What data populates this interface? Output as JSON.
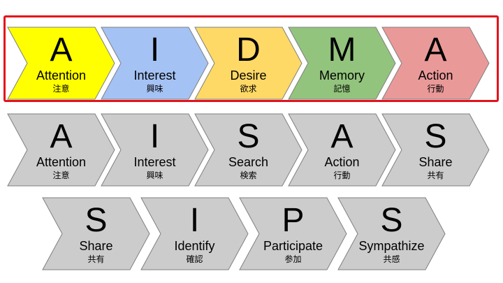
{
  "models": [
    {
      "name": "AIDMA",
      "steps": [
        {
          "letter": "A",
          "word": "Attention",
          "kanji": "注意",
          "color": "#ffff00"
        },
        {
          "letter": "I",
          "word": "Interest",
          "kanji": "興味",
          "color": "#a4c2f4"
        },
        {
          "letter": "D",
          "word": "Desire",
          "kanji": "欲求",
          "color": "#ffd966"
        },
        {
          "letter": "M",
          "word": "Memory",
          "kanji": "記憶",
          "color": "#93c47d"
        },
        {
          "letter": "A",
          "word": "Action",
          "kanji": "行動",
          "color": "#ea9999"
        }
      ]
    },
    {
      "name": "AISAS",
      "steps": [
        {
          "letter": "A",
          "word": "Attention",
          "kanji": "注意",
          "color": "#cccccc"
        },
        {
          "letter": "I",
          "word": "Interest",
          "kanji": "興味",
          "color": "#cccccc"
        },
        {
          "letter": "S",
          "word": "Search",
          "kanji": "検索",
          "color": "#cccccc"
        },
        {
          "letter": "A",
          "word": "Action",
          "kanji": "行動",
          "color": "#cccccc"
        },
        {
          "letter": "S",
          "word": "Share",
          "kanji": "共有",
          "color": "#cccccc"
        }
      ]
    },
    {
      "name": "SIPS",
      "steps": [
        {
          "letter": "S",
          "word": "Share",
          "kanji": "共有",
          "color": "#cccccc"
        },
        {
          "letter": "I",
          "word": "Identify",
          "kanji": "確認",
          "color": "#cccccc"
        },
        {
          "letter": "P",
          "word": "Participate",
          "kanji": "参加",
          "color": "#cccccc"
        },
        {
          "letter": "S",
          "word": "Sympathize",
          "kanji": "共感",
          "color": "#cccccc"
        }
      ]
    }
  ],
  "highlight_color": "#e3131b",
  "stroke_color": "#7f7f7f"
}
